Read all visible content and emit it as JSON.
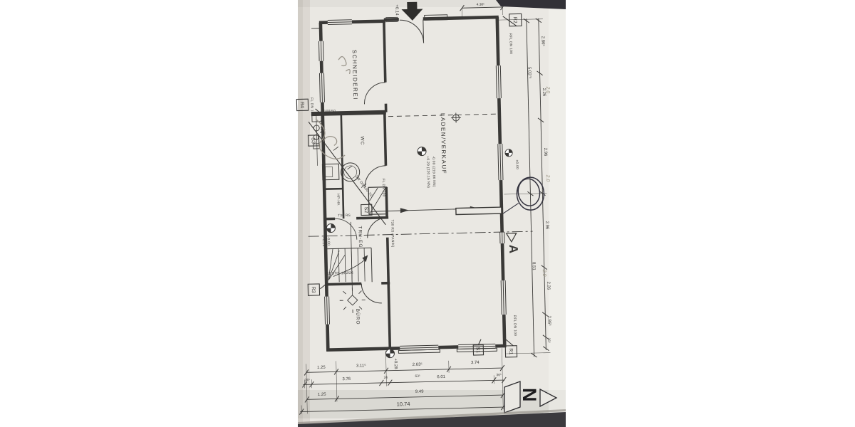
{
  "colors": {
    "paper": "#eae8e3",
    "ink": "#3a3937",
    "pencil": "#97917f",
    "pen_annotation": "#33323e",
    "photo_edge": "#3b3a3e"
  },
  "rooms": {
    "schneiderei": "SCHNEIDEREI",
    "laden": "LADEN/VERKAUF",
    "wc": "WC",
    "trh": "TRH-EG",
    "buero": "BÜRO"
  },
  "refs": {
    "r1": "R1",
    "r2": "R2",
    "r3": "R3",
    "r4": "R4",
    "s1": "S1",
    "s2": "S2",
    "s3": "S3"
  },
  "doors": {
    "t30": "T30 RS",
    "t30_panik": "T30 RS (PANIK)"
  },
  "stair": {
    "label": "16 STG. 19,2/26"
  },
  "pipes": {
    "rfl_top": "RFL DN 100",
    "rfl_bottom": "RFL DN 100",
    "fl_left": "FL DN 100",
    "fl_shaft": "FL DN 100",
    "dn100": "DN 100",
    "duct": "100/50",
    "sw": "SW DN 100 ZS",
    "hpha": "HP-HA"
  },
  "elevations": {
    "entrance": "+0.14",
    "laden_1": "+0.29 (220.15 NN)",
    "laden_2": "-0.00 (219.86 NN)",
    "trh_1": "+0.29",
    "trh_2": "-0.00",
    "front": "+0.28",
    "right_wall": "±0.00"
  },
  "dimensions": {
    "top": "4.38⁵",
    "right_coarse": [
      "5.02⁷⁵",
      "8.51"
    ],
    "right_fine": [
      "2.86⁵",
      "2.26",
      "2.96",
      "2.96",
      "2.26",
      "2.86⁵",
      "36⁵"
    ],
    "bottom_row1": [
      "1.25",
      "3.11⁵",
      "2.63⁵",
      "3.74"
    ],
    "bottom_row1_sub": "63⁵",
    "bottom_row2": [
      "24⁵",
      "3.76",
      "24",
      "6.01",
      "36⁵"
    ],
    "bottom_row3": [
      "1.25",
      "9.49"
    ],
    "bottom_row4": [
      "10.74"
    ]
  },
  "handwritten": {
    "note1": "2.0",
    "note2": "2.0",
    "note3": "2.0"
  },
  "compass": {
    "north": "N"
  },
  "section": {
    "letter": "A"
  }
}
